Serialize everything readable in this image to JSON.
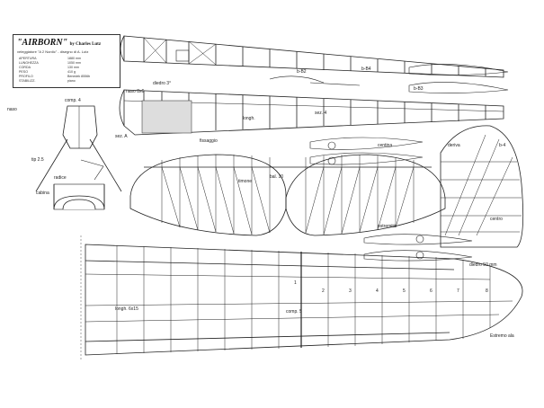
{
  "title": {
    "name": "\"AIRBORN\"",
    "author": "by Charles Lutz",
    "subtitle": "veleggiatore \"A 2 Nordic\" - disegno di A. Lutz"
  },
  "specs": [
    {
      "k": "APERTURA",
      "v": "1880 mm"
    },
    {
      "k": "LUNGHEZZA",
      "v": "1050 mm"
    },
    {
      "k": "CORDA",
      "v": "130 mm"
    },
    {
      "k": "PESO",
      "v": "410 g"
    },
    {
      "k": "PROFILO",
      "v": "Benedek 8556b"
    },
    {
      "k": "STABILIZZ.",
      "v": "piano"
    }
  ],
  "labels": {
    "rib_b2": "b-B2",
    "rib_b3": "b-B3",
    "rib_b4": "b-B4",
    "dihedral_top": "diedro 3°",
    "section_4": "sez. 4",
    "longeron": "longh.",
    "stab_label": "timone",
    "fin": "deriva",
    "spar_right": "b-4",
    "comp_label": "comp. 4",
    "tip_label": "tip 2.5",
    "nose_label": "naso",
    "cabane": "cabina",
    "section_a": "sez. A",
    "bal_label": "bal. 10",
    "wing_tip": "estremità",
    "center_label": "centro",
    "wing_rib_label": "centina",
    "fw_label": "fissaggio",
    "tip_right": "diedro 50 mm",
    "root_label": "radice",
    "spar_main": "longh. 6x15",
    "wing_b": "comp. 5",
    "wing_tip_lbl": "Estremo ala",
    "rib_numbers": [
      "1",
      "2",
      "3",
      "4",
      "5",
      "6",
      "7",
      "8"
    ],
    "nose_rib": "naso 8x6"
  }
}
